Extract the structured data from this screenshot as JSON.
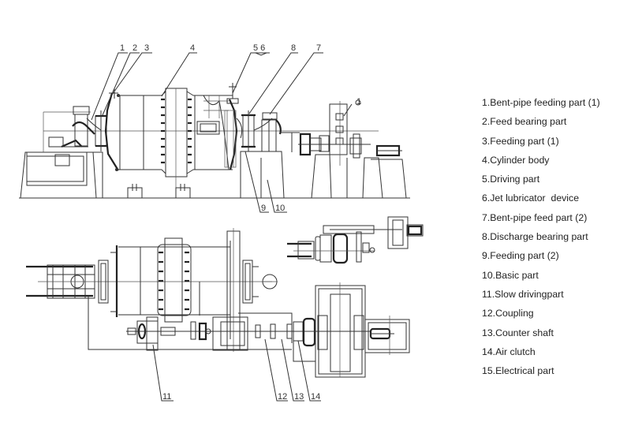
{
  "diagram": {
    "title": "Ball mill structure",
    "callouts": {
      "c1": "1",
      "c2": "2",
      "c3": "3",
      "c4": "4",
      "c56": "5 6",
      "c8": "8",
      "c7": "7",
      "c9": "9",
      "c10": "10",
      "c11": "11",
      "c12": "12",
      "c13": "13",
      "c14": "14",
      "detail_marker": "1"
    },
    "colors": {
      "line": "#333333",
      "text": "#222222",
      "background": "#ffffff"
    }
  },
  "legend": {
    "items": [
      "1.Bent-pipe feeding part (1)",
      "2.Feed bearing part",
      "3.Feeding part (1)",
      "4.Cylinder body",
      "5.Driving part",
      "6.Jet lubricator  device",
      "7.Bent-pipe feed part (2)",
      "8.Discharge bearing part",
      "9.Feeding part (2)",
      "10.Basic part",
      "11.Slow drivingpart",
      "12.Coupling",
      "13.Counter shaft",
      "14.Air clutch",
      "15.Electrical part"
    ]
  }
}
